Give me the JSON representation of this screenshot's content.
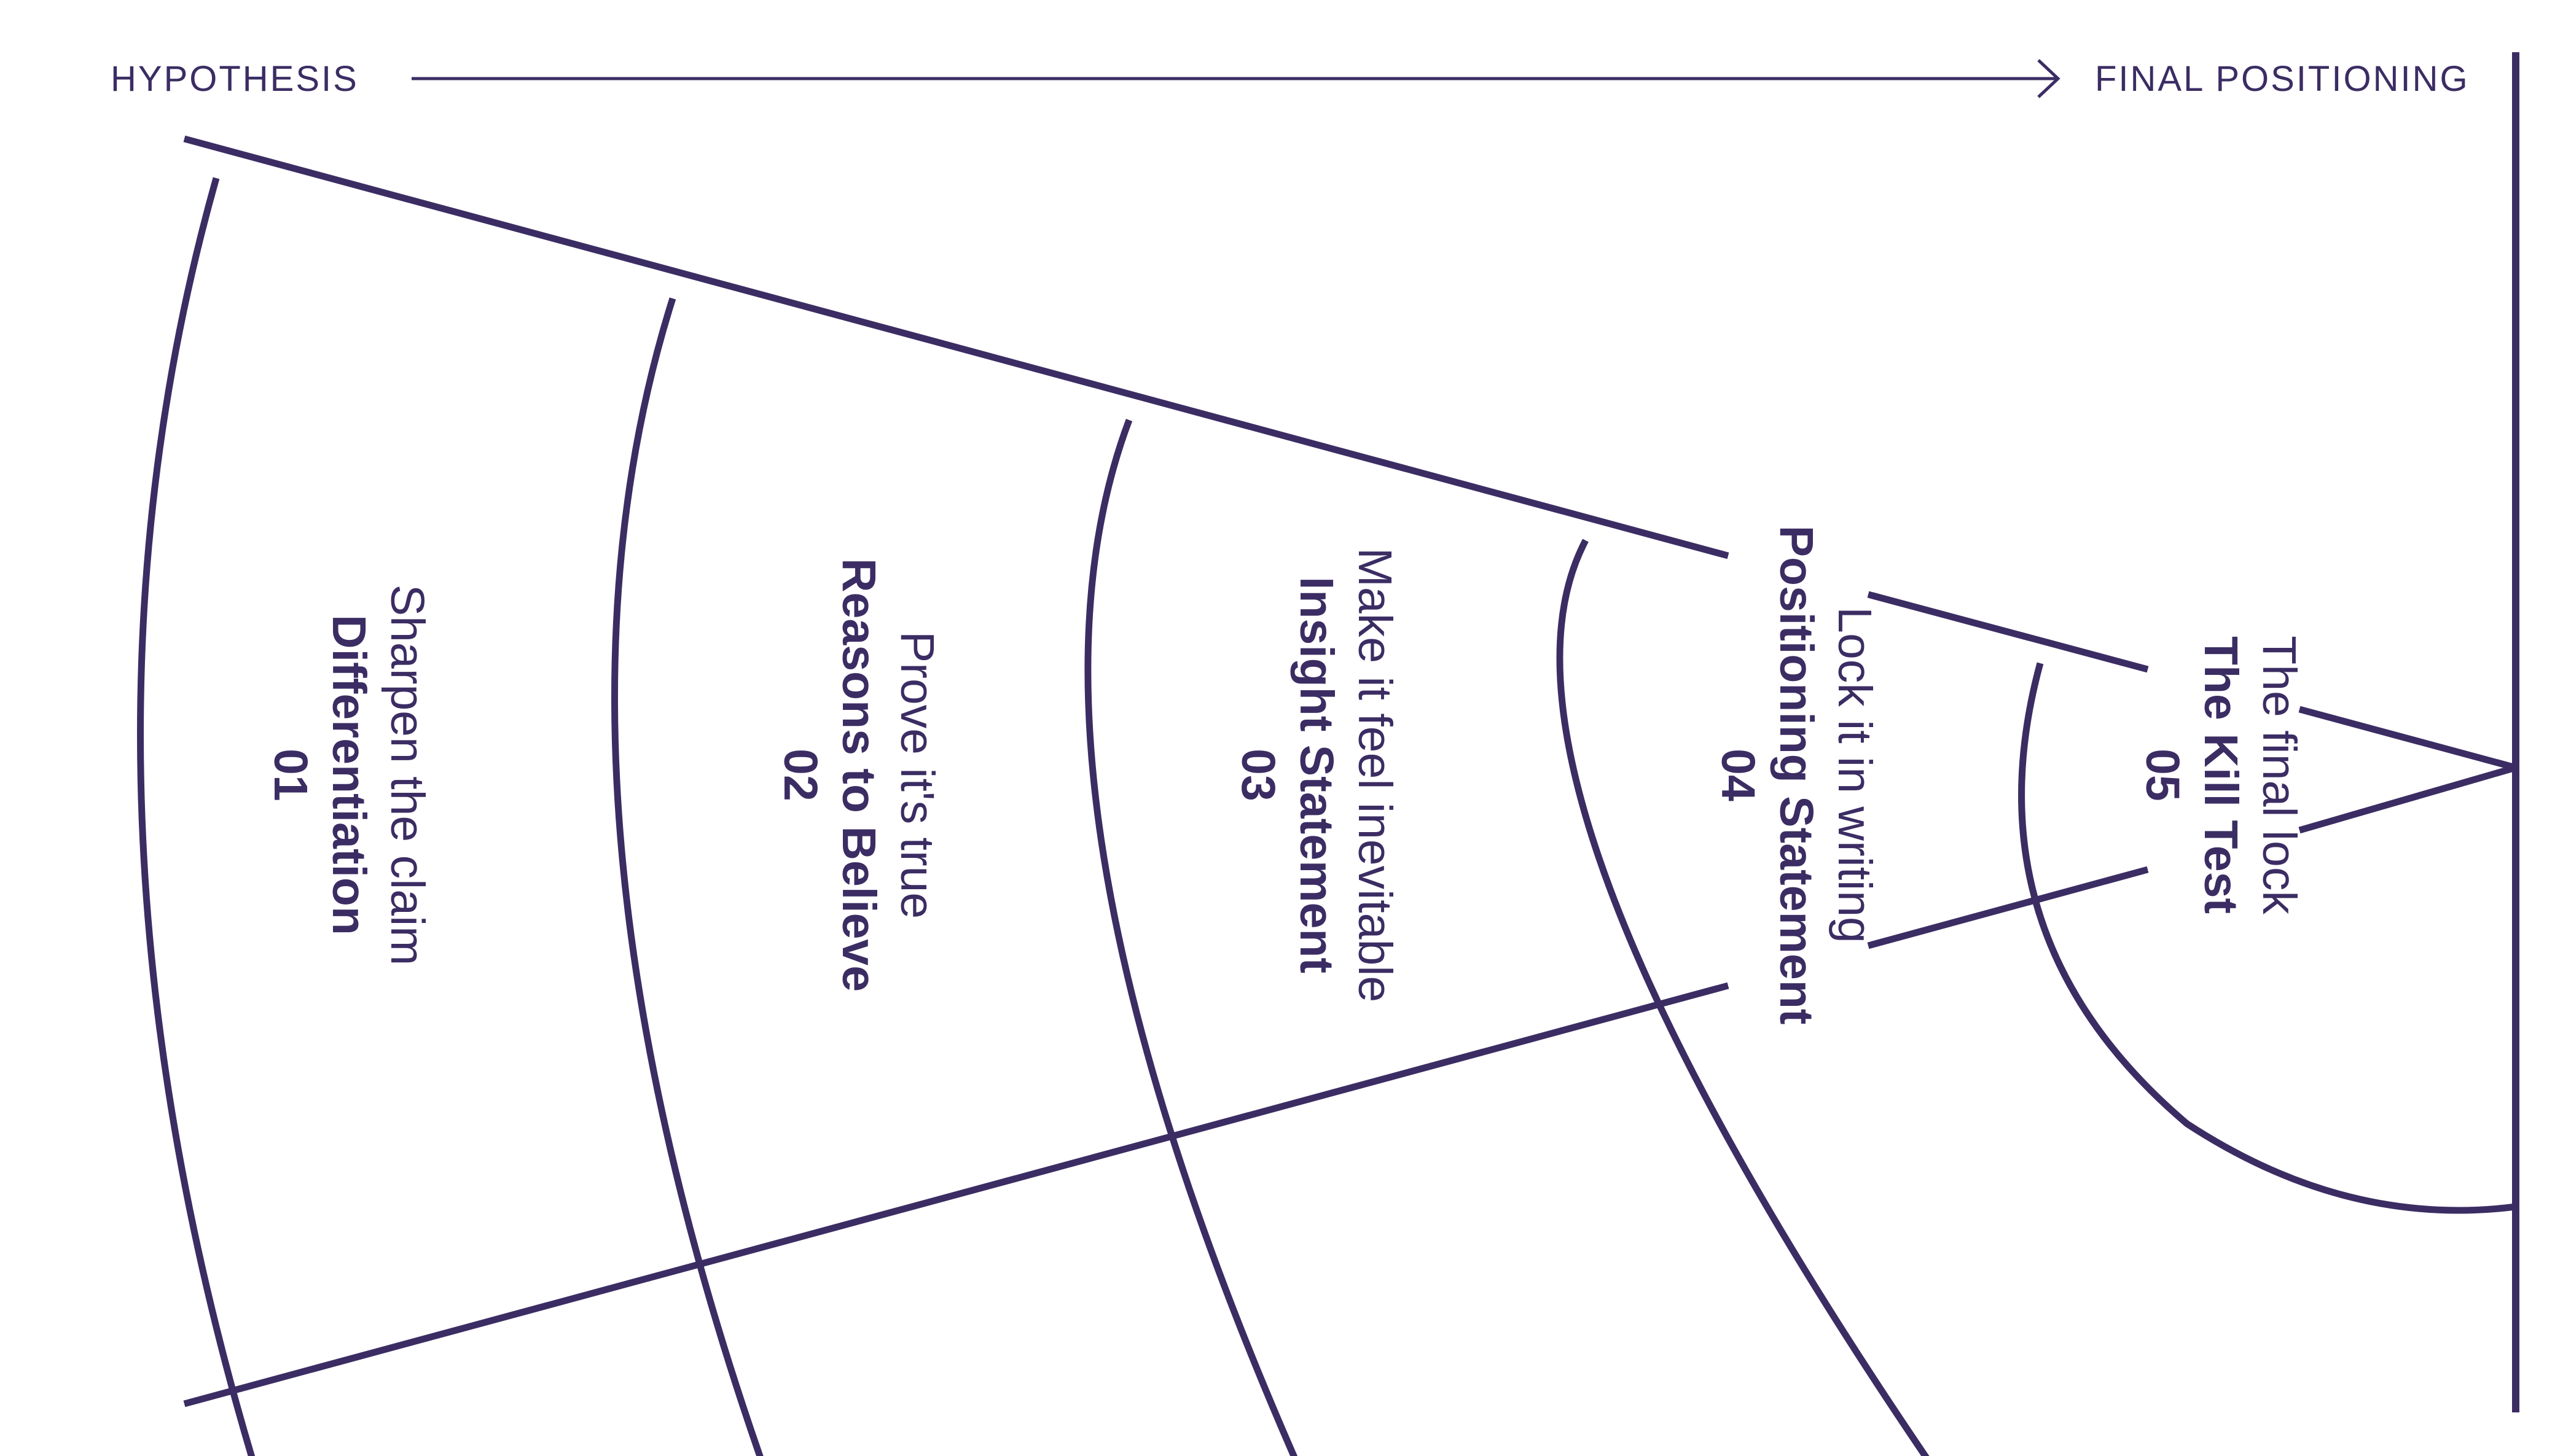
{
  "header": {
    "start_label": "HYPOTHESIS",
    "end_label": "FINAL POSITIONING"
  },
  "stages": [
    {
      "number": "01",
      "title": "Differentiation",
      "subtitle": "Sharpen the claim"
    },
    {
      "number": "02",
      "title": "Reasons to Believe",
      "subtitle": "Prove it's true"
    },
    {
      "number": "03",
      "title": "Insight Statement",
      "subtitle": "Make it feel inevitable"
    },
    {
      "number": "04",
      "title": "Positioning Statement",
      "subtitle": "Lock it in writing"
    },
    {
      "number": "05",
      "title": "The Kill Test",
      "subtitle": "The final lock"
    }
  ],
  "colors": {
    "ink": "#3b2d63",
    "background": "#ffffff"
  }
}
